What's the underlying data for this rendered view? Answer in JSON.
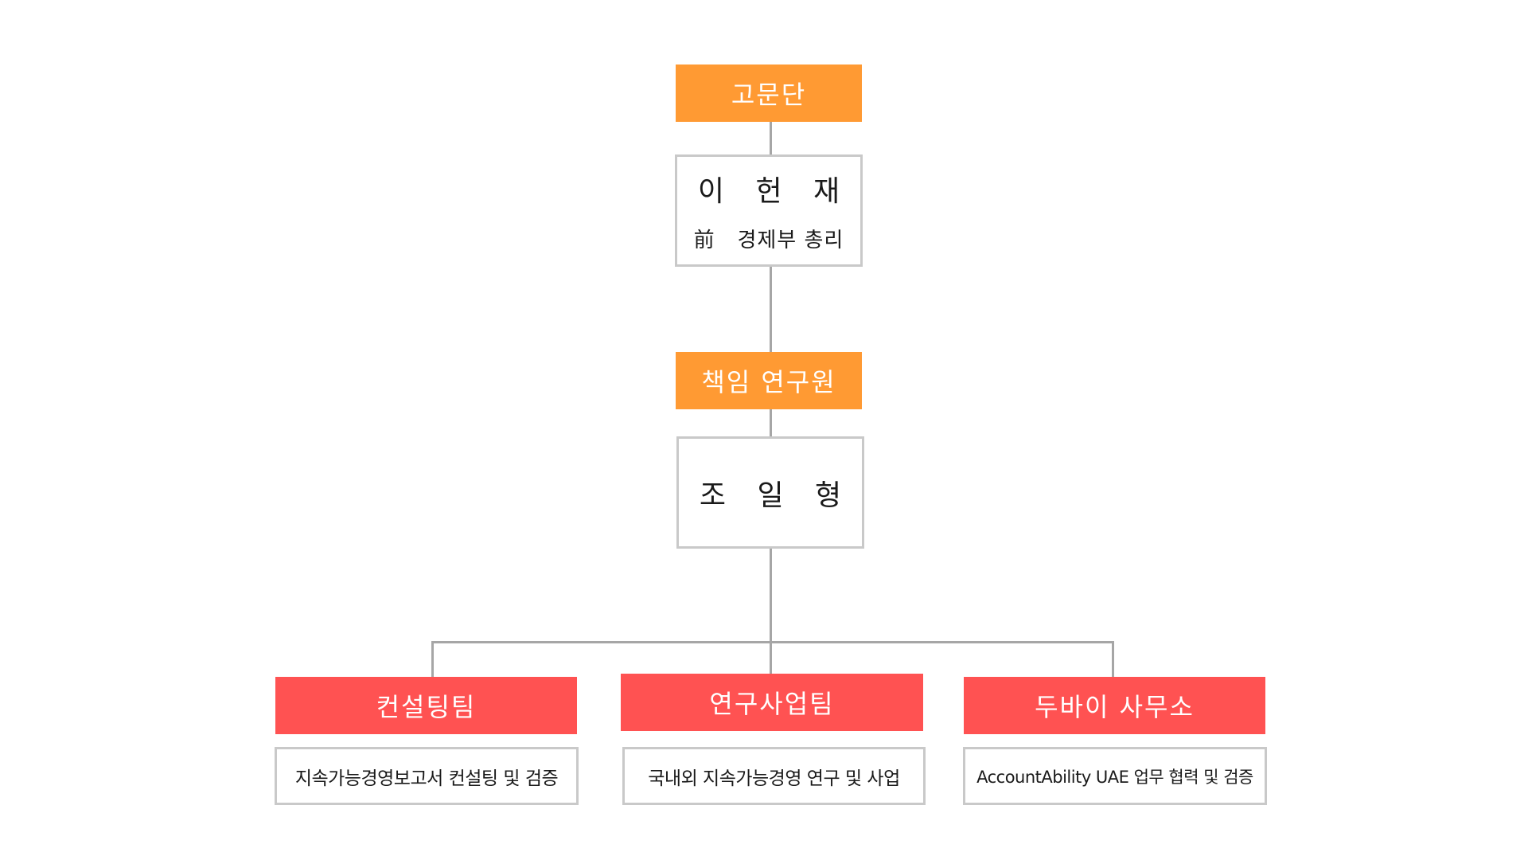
{
  "advisory": {
    "header": "고문단",
    "name": "이 헌 재",
    "title": "前   경제부 총리"
  },
  "lead_researcher": {
    "header": "책임 연구원",
    "name": "조 일 형"
  },
  "teams": [
    {
      "name": "컨설팅팀",
      "description": "지속가능경영보고서 컨설팅 및 검증"
    },
    {
      "name": "연구사업팀",
      "description": "국내외 지속가능경영 연구 및 사업"
    },
    {
      "name": "두바이 사무소",
      "description": "AccountAbility UAE 업무 협력 및 검증"
    }
  ],
  "colors": {
    "header_orange": "#ff9a33",
    "team_red": "#ff5252",
    "connector_gray": "#a6a6a6"
  }
}
